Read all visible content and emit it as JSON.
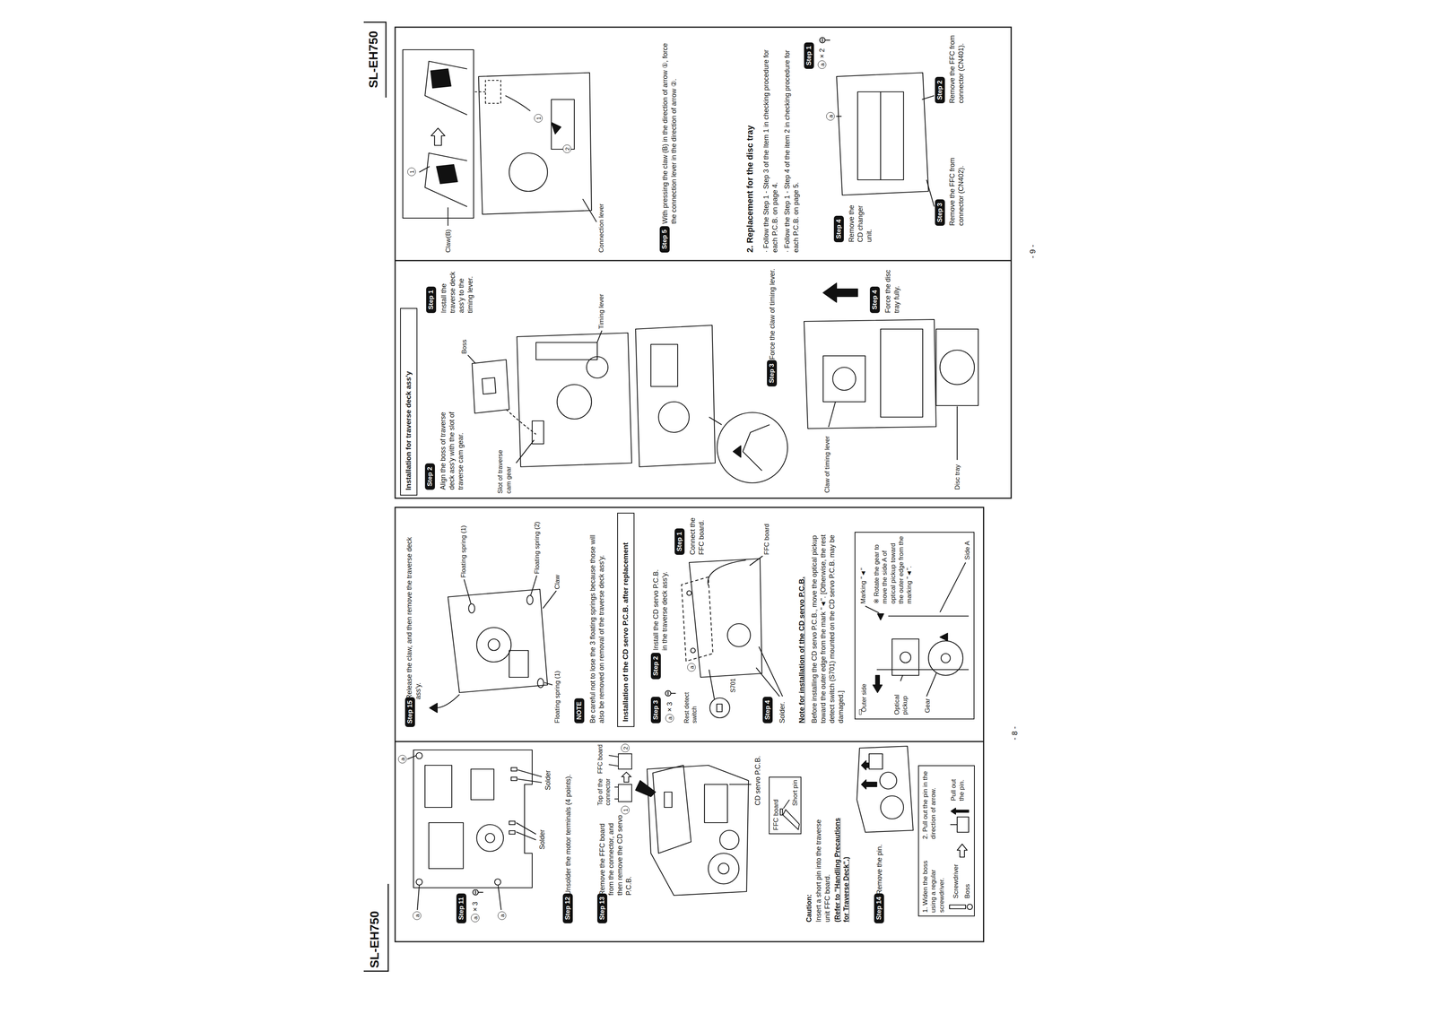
{
  "diagram": {
    "nodes": [
      {
        "text": [
          "Step 11"
        ]
      },
      {
        "text": [
          "Step 12"
        ]
      },
      {
        "text": [
          "Step 13"
        ]
      },
      {
        "text": [
          "FFC board",
          "Short pin"
        ]
      },
      {
        "text": [
          "Step 14"
        ]
      },
      {
        "text": [
          "1. Widen the boss using a regular screwdriver.",
          "Screwdriver",
          "Boss",
          "2. Pull out the pin in the direction of arrow.",
          "Pull out the pin."
        ]
      },
      {
        "text": [
          "Step 15"
        ]
      },
      {
        "text": [
          "NOTE"
        ]
      },
      {
        "text": [
          "Installation of the CD servo P.C.B. after replacement"
        ]
      },
      {
        "text": [
          "Step 3"
        ]
      },
      {
        "text": [
          "Step 2"
        ]
      },
      {
        "text": [
          "Step 1"
        ]
      },
      {
        "text": [
          "Step 4"
        ]
      },
      {
        "text": [
          "Optical pickup",
          "Gear",
          "Marking \"◄\"",
          "※ Rotate the gear to move the side A of optical pickup toward the outer edge from the marking \"◄\".",
          "Side A"
        ]
      },
      {
        "text": [
          "Outer side"
        ],
        "in": 13
      },
      {
        "text": [
          "Installation for traverse deck ass'y"
        ]
      },
      {
        "text": [
          "Step 2"
        ]
      },
      {
        "text": [
          "Step 1"
        ]
      },
      {
        "text": [
          "Step 3"
        ]
      },
      {
        "text": [
          "Step 4"
        ]
      },
      {
        "text": [
          "Step 5"
        ]
      },
      {
        "text": [
          "Step 4"
        ]
      },
      {
        "text": [
          "Step 1"
        ]
      },
      {
        "text": [
          "Step 3"
        ]
      },
      {
        "text": [
          "Step 2"
        ]
      }
    ],
    "labels": [
      "SL-EH750",
      "a",
      "× 3",
      "a",
      "a",
      "a",
      "Solder",
      "Solder",
      "Unsolder the motor terminals (4 points).",
      "Remove the FFC board from the connector, and then remove the CD servo P.C.B.",
      "Top of the connector",
      "1",
      "FFC board",
      "2",
      "CD servo P.C.B.",
      "Caution:",
      "Insert a short pin into the traverse unit FFC board.",
      "(Refer to \"Handling Precautions for Traverse Deck\".)",
      "Remove the pin.",
      "- 8 -",
      "Release the claw, and then remove the traverse deck ass'y.",
      "Floating spring (1)",
      "Floating spring (2)",
      "Claw",
      "Floating spring (1)",
      "Be careful not to lose the 3 floating springs because those will also be removed on removal of the traverse deck ass'y.",
      "a",
      "× 3",
      "Install the CD servo P.C.B. in the traverse deck ass'y.",
      "Rest detect switch",
      "S701",
      "Connect the FFC board.",
      "FFC board",
      "a",
      "Solder.",
      "Note for installation of the CD servo P.C.B.",
      "Before installing the CD servo P.C.B., move the optical pickup toward the outer edge from the mark \"◄\". [Otherwise, the rest detect switch (S701) mounted on the CD servo P.C.B. may be damaged.]",
      "SL-EH750",
      "Align the boss of traverse deck ass'y with the slot of traverse cam gear.",
      "Install the traverse deck ass'y to the timing lever.",
      "Boss",
      "Slot of traverse cam gear",
      "Timing lever",
      "Force the claw of timing lever.",
      "Claw of timing lever",
      "Force the disc tray fully.",
      "Disc tray",
      "- 9 -",
      "Claw(B)",
      "1",
      "1",
      "2",
      "Connection lever",
      "With pressing the claw (B) in the direction of arrow ①, force the connection lever in the direction of arrow ②.",
      "2. Replacement for the disc tray",
      "· Follow the Step 1 - Step 3 of the Item 1 in checking procedure for each P.C.B. on page 4.",
      "· Follow the Step 1 - Step 4 of the item 2 in checking procedure for each P.C.B. on page 5.",
      "Remove the CD changer unit.",
      "a",
      "× 2",
      "a",
      "Remove the FFC from connector (CN402).",
      "Remove the FFC from connector (CN401)."
    ]
  }
}
